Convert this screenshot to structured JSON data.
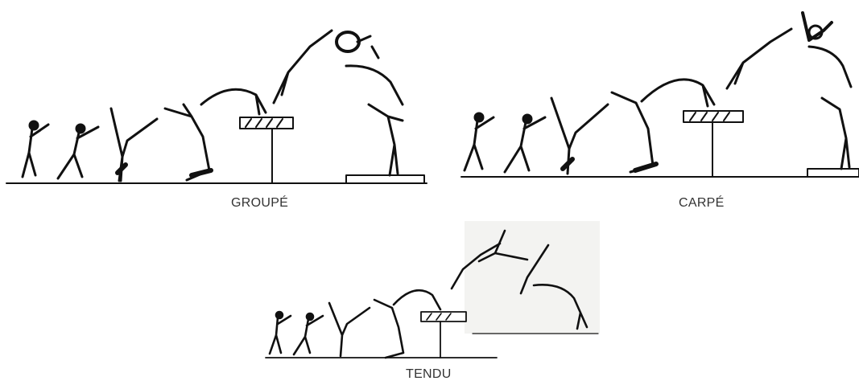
{
  "figures": [
    {
      "caption": "GROUPÉ"
    },
    {
      "caption": "CARPÉ"
    },
    {
      "caption": "TENDU"
    }
  ],
  "colors": {
    "ink": "#111111",
    "ground": "#222222",
    "tendu_bg": "#f3f3f1"
  }
}
